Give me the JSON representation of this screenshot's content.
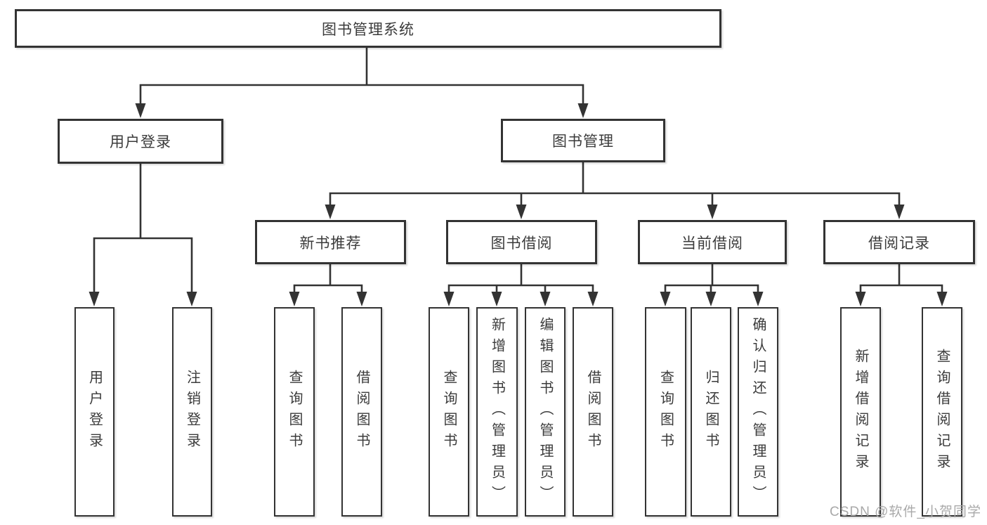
{
  "diagram": {
    "root": {
      "label": "图书管理系统"
    },
    "branches": [
      {
        "label": "用户登录",
        "children": [
          {
            "label": "用户登录"
          },
          {
            "label": "注销登录"
          }
        ]
      },
      {
        "label": "图书管理",
        "children": [
          {
            "label": "新书推荐",
            "children": [
              {
                "label": "查询图书"
              },
              {
                "label": "借阅图书"
              }
            ]
          },
          {
            "label": "图书借阅",
            "children": [
              {
                "label": "查询图书"
              },
              {
                "label": "新增图书（管理员）"
              },
              {
                "label": "编辑图书（管理员）"
              },
              {
                "label": "借阅图书"
              }
            ]
          },
          {
            "label": "当前借阅",
            "children": [
              {
                "label": "查询图书"
              },
              {
                "label": "归还图书"
              },
              {
                "label": "确认归还（管理员）"
              }
            ]
          },
          {
            "label": "借阅记录",
            "children": [
              {
                "label": "新增借阅记录"
              },
              {
                "label": "查询借阅记录"
              }
            ]
          }
        ]
      }
    ]
  },
  "watermark": {
    "text": "CSDN @软件_小贺同学"
  },
  "colors": {
    "line": "#333333",
    "box_border": "#333333",
    "box_background": "#ffffff",
    "text": "#3b3b3b",
    "watermark": "#a9a9a9"
  }
}
